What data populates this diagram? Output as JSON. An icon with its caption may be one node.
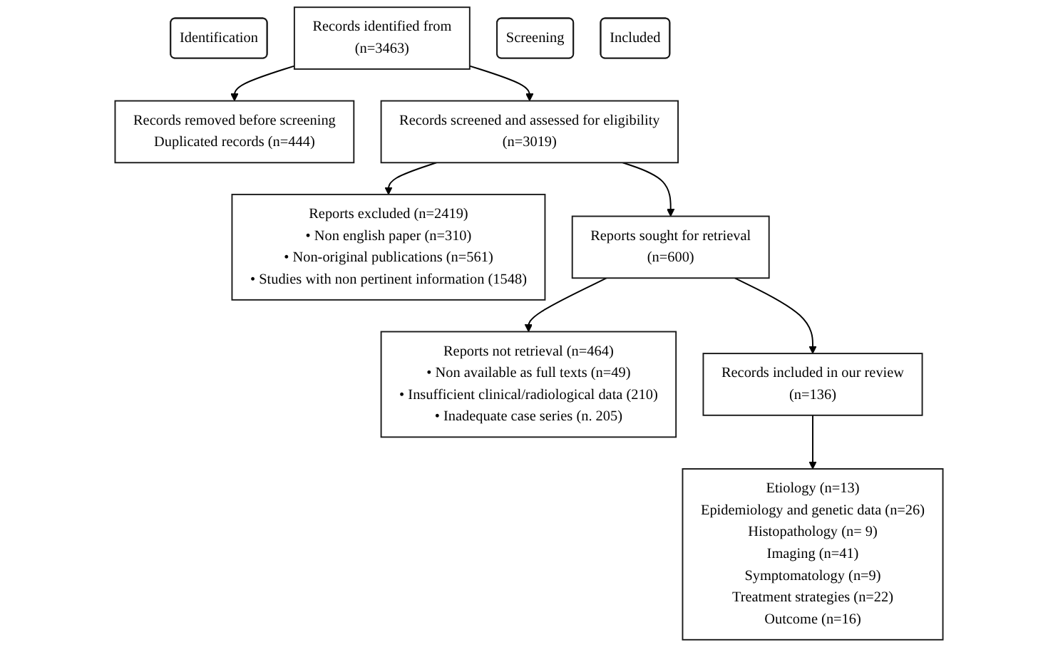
{
  "diagram": {
    "nodes": [
      {
        "text": [
          "Identification"
        ]
      },
      {
        "text": [
          "Records identified from",
          "(n=3463)"
        ]
      },
      {
        "text": [
          "Records removed before screening",
          "Duplicated records (n=444)"
        ]
      },
      {
        "text": [
          "Screening"
        ]
      },
      {
        "text": [
          "Records screened and assessed for eligibility",
          "(n=3019)"
        ]
      },
      {
        "text": [
          "Reports excluded (n=2419)",
          "• Non english paper (n=310)",
          "• Non-original publications (n=561)",
          "• Studies with non pertinent information (1548)"
        ]
      },
      {
        "text": [
          "Reports sought for retrieval",
          "(n=600)"
        ]
      },
      {
        "text": [
          "Reports not retrieval (n=464)",
          "• Non available as full texts (n=49)",
          "• Insufficient clinical/radiological data (210)",
          "• Inadequate case series (n. 205)"
        ]
      },
      {
        "text": [
          "Included"
        ]
      },
      {
        "text": [
          "Records included in our review",
          "(n=136)"
        ]
      },
      {
        "text": [
          "Etiology (n=13)",
          "Epidemiology and genetic data (n=26)",
          "Histopathology (n= 9)",
          "Imaging (n=41)",
          "Symptomatology (n=9)",
          "Treatment strategies (n=22)",
          "Outcome (n=16)"
        ]
      }
    ],
    "edges": [
      {
        "from": 1,
        "to": 2,
        "arrow": "to"
      },
      {
        "from": 1,
        "to": 4,
        "arrow": "to"
      },
      {
        "from": 4,
        "to": 5,
        "arrow": "to"
      },
      {
        "from": 4,
        "to": 6,
        "arrow": "to"
      },
      {
        "from": 6,
        "to": 7,
        "arrow": "to"
      },
      {
        "from": 6,
        "to": 9,
        "arrow": "to"
      },
      {
        "from": 9,
        "to": 10,
        "arrow": "to"
      }
    ]
  }
}
